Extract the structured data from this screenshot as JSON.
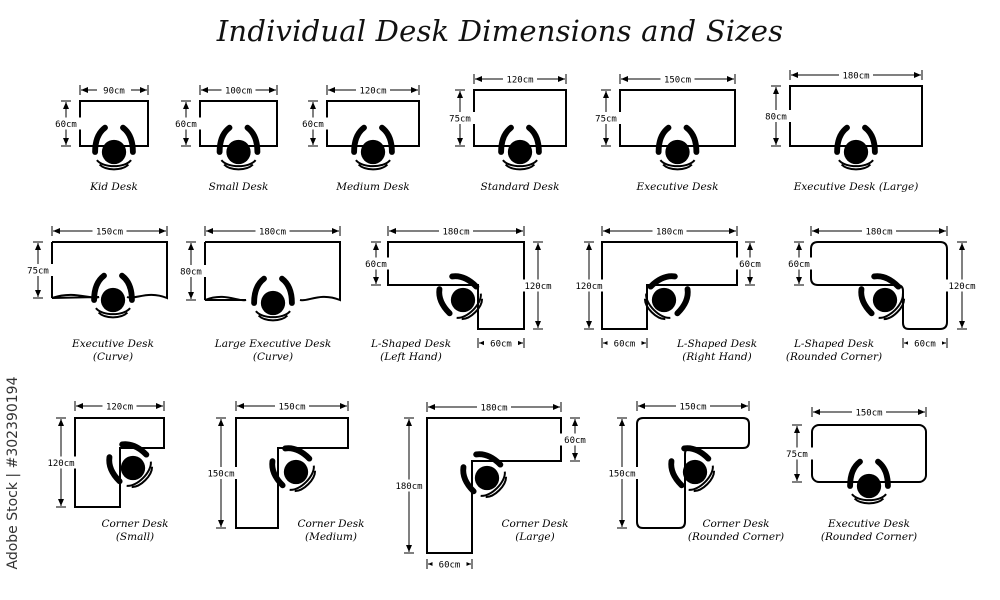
{
  "title": "Individual Desk Dimensions and Sizes",
  "watermark": "Adobe Stock | #302390194",
  "colors": {
    "ink": "#000000",
    "background": "#ffffff"
  },
  "desks": [
    {
      "id": "kid-desk",
      "name": [
        "Kid Desk"
      ],
      "dims": [
        "90cm",
        "60cm"
      ]
    },
    {
      "id": "small-desk",
      "name": [
        "Small Desk"
      ],
      "dims": [
        "100cm",
        "60cm"
      ]
    },
    {
      "id": "medium-desk",
      "name": [
        "Medium Desk"
      ],
      "dims": [
        "120cm",
        "60cm"
      ]
    },
    {
      "id": "standard-desk",
      "name": [
        "Standard Desk"
      ],
      "dims": [
        "120cm",
        "75cm"
      ]
    },
    {
      "id": "executive-desk",
      "name": [
        "Executive Desk"
      ],
      "dims": [
        "150cm",
        "75cm"
      ]
    },
    {
      "id": "executive-desk-large",
      "name": [
        "Executive Desk (Large)"
      ],
      "dims": [
        "180cm",
        "80cm"
      ]
    },
    {
      "id": "executive-desk-curve",
      "name": [
        "Executive Desk",
        "(Curve)"
      ],
      "dims": [
        "150cm",
        "75cm"
      ]
    },
    {
      "id": "large-executive-desk-curve",
      "name": [
        "Large Executive Desk",
        "(Curve)"
      ],
      "dims": [
        "180cm",
        "80cm"
      ]
    },
    {
      "id": "l-shaped-desk-left-hand",
      "name": [
        "L-Shaped Desk",
        "(Left Hand)"
      ],
      "dims": [
        "180cm",
        "60cm",
        "120cm",
        "60cm"
      ]
    },
    {
      "id": "l-shaped-desk-right-hand",
      "name": [
        "L-Shaped Desk",
        "(Right Hand)"
      ],
      "dims": [
        "180cm",
        "60cm",
        "120cm",
        "60cm"
      ]
    },
    {
      "id": "l-shaped-desk-rounded-corner",
      "name": [
        "L-Shaped Desk",
        "(Rounded Corner)"
      ],
      "dims": [
        "180cm",
        "60cm",
        "120cm",
        "60cm"
      ]
    },
    {
      "id": "corner-desk-small",
      "name": [
        "Corner Desk",
        "(Small)"
      ],
      "dims": [
        "120cm",
        "120cm"
      ]
    },
    {
      "id": "corner-desk-medium",
      "name": [
        "Corner Desk",
        "(Medium)"
      ],
      "dims": [
        "150cm",
        "150cm"
      ]
    },
    {
      "id": "corner-desk-large",
      "name": [
        "Corner Desk",
        "(Large)"
      ],
      "dims": [
        "180cm",
        "60cm",
        "180cm",
        "60cm"
      ]
    },
    {
      "id": "corner-desk-rounded-corner",
      "name": [
        "Corner Desk",
        "(Rounded Corner)"
      ],
      "dims": [
        "150cm",
        "150cm"
      ]
    },
    {
      "id": "executive-desk-rounded-corner",
      "name": [
        "Executive Desk",
        "(Rounded Corner)"
      ],
      "dims": [
        "150cm",
        "75cm"
      ]
    }
  ]
}
